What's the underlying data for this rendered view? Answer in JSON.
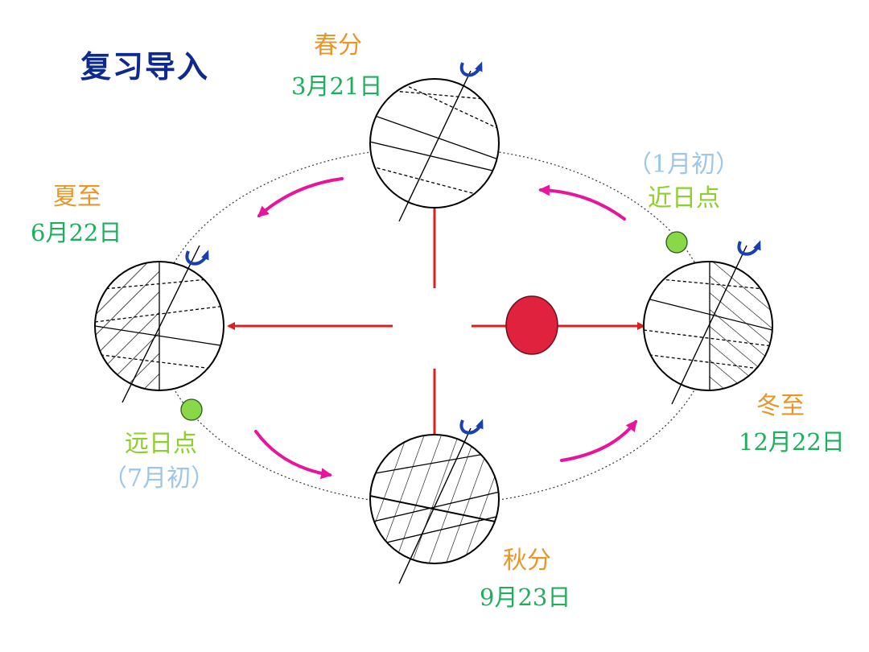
{
  "title": "复习导入",
  "positions": {
    "spring": {
      "name": "春分",
      "date": "3月21日"
    },
    "summer": {
      "name": "夏至",
      "date": "6月22日"
    },
    "autumn": {
      "name": "秋分",
      "date": "9月23日"
    },
    "winter": {
      "name": "冬至",
      "date": "12月22日"
    }
  },
  "perihelion": {
    "name": "近日点",
    "note": "（1月初）"
  },
  "aphelion": {
    "name": "远日点",
    "note": "（7月初）"
  },
  "colors": {
    "title": "#0f2a8f",
    "solar_term": "#e8962a",
    "date": "#1fae5c",
    "apsis_label": "#8ed02b",
    "apsis_note": "#9ec6e8",
    "sun": "#e0223f",
    "earth_marker": "#88d84a",
    "direction_arrow": "#e8149c",
    "sunlight_arrow": "#dd1f1f",
    "rotation_arrow": "#1a3fb0"
  },
  "icons": {
    "sun": "red-filled-circle",
    "rotation": "curved-rotation-arrow",
    "orbit-direction": "curved-arrow"
  }
}
